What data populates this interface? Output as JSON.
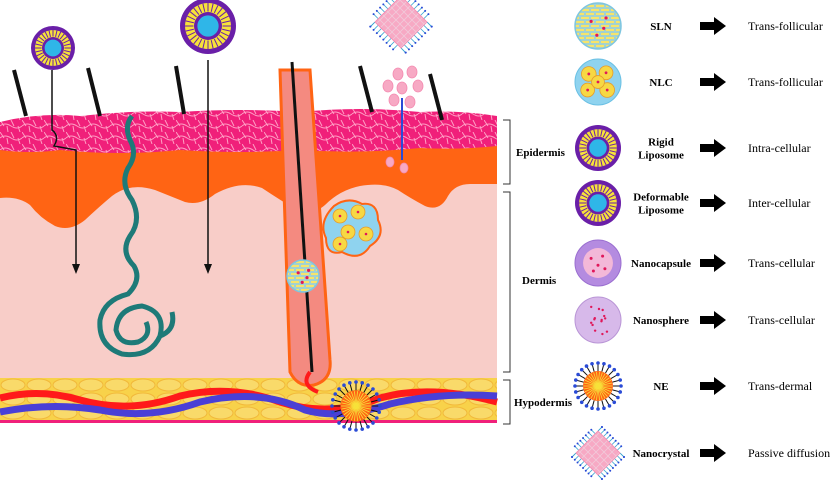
{
  "layers": {
    "epidermis": "Epidermis",
    "dermis": "Dermis",
    "hypodermis": "Hypodermis"
  },
  "legend": [
    {
      "name_lines": [
        "SLN"
      ],
      "pathway": "Trans-follicular",
      "icon": "sln-icon"
    },
    {
      "name_lines": [
        "NLC"
      ],
      "pathway": "Trans-follicular",
      "icon": "nlc-icon"
    },
    {
      "name_lines": [
        "Rigid",
        "Liposome"
      ],
      "pathway": "Intra-cellular",
      "icon": "rigid-liposome-icon"
    },
    {
      "name_lines": [
        "Deformable",
        "Liposome"
      ],
      "pathway": "Inter-cellular",
      "icon": "deformable-liposome-icon"
    },
    {
      "name_lines": [
        "Nanocapsule"
      ],
      "pathway": "Trans-cellular",
      "icon": "nanocapsule-icon"
    },
    {
      "name_lines": [
        "Nanosphere"
      ],
      "pathway": "Trans-cellular",
      "icon": "nanosphere-icon"
    },
    {
      "name_lines": [
        "NE"
      ],
      "pathway": "Trans-dermal",
      "icon": "ne-icon"
    },
    {
      "name_lines": [
        "Nanocrystal"
      ],
      "pathway": "Passive diffusion",
      "icon": "nanocrystal-icon"
    }
  ],
  "colors": {
    "stratum": "#f0207a",
    "epidermis": "#ff6414",
    "dermis": "#f8cdc8",
    "hypodermis": "#f8d24a",
    "vein": "#4a3fd6",
    "artery": "#ff1a1a",
    "follicle": "#f48a80",
    "nerve": "#1e7a78",
    "liposome_shell": "#6a1fa8",
    "core": "#2fb6e8"
  }
}
